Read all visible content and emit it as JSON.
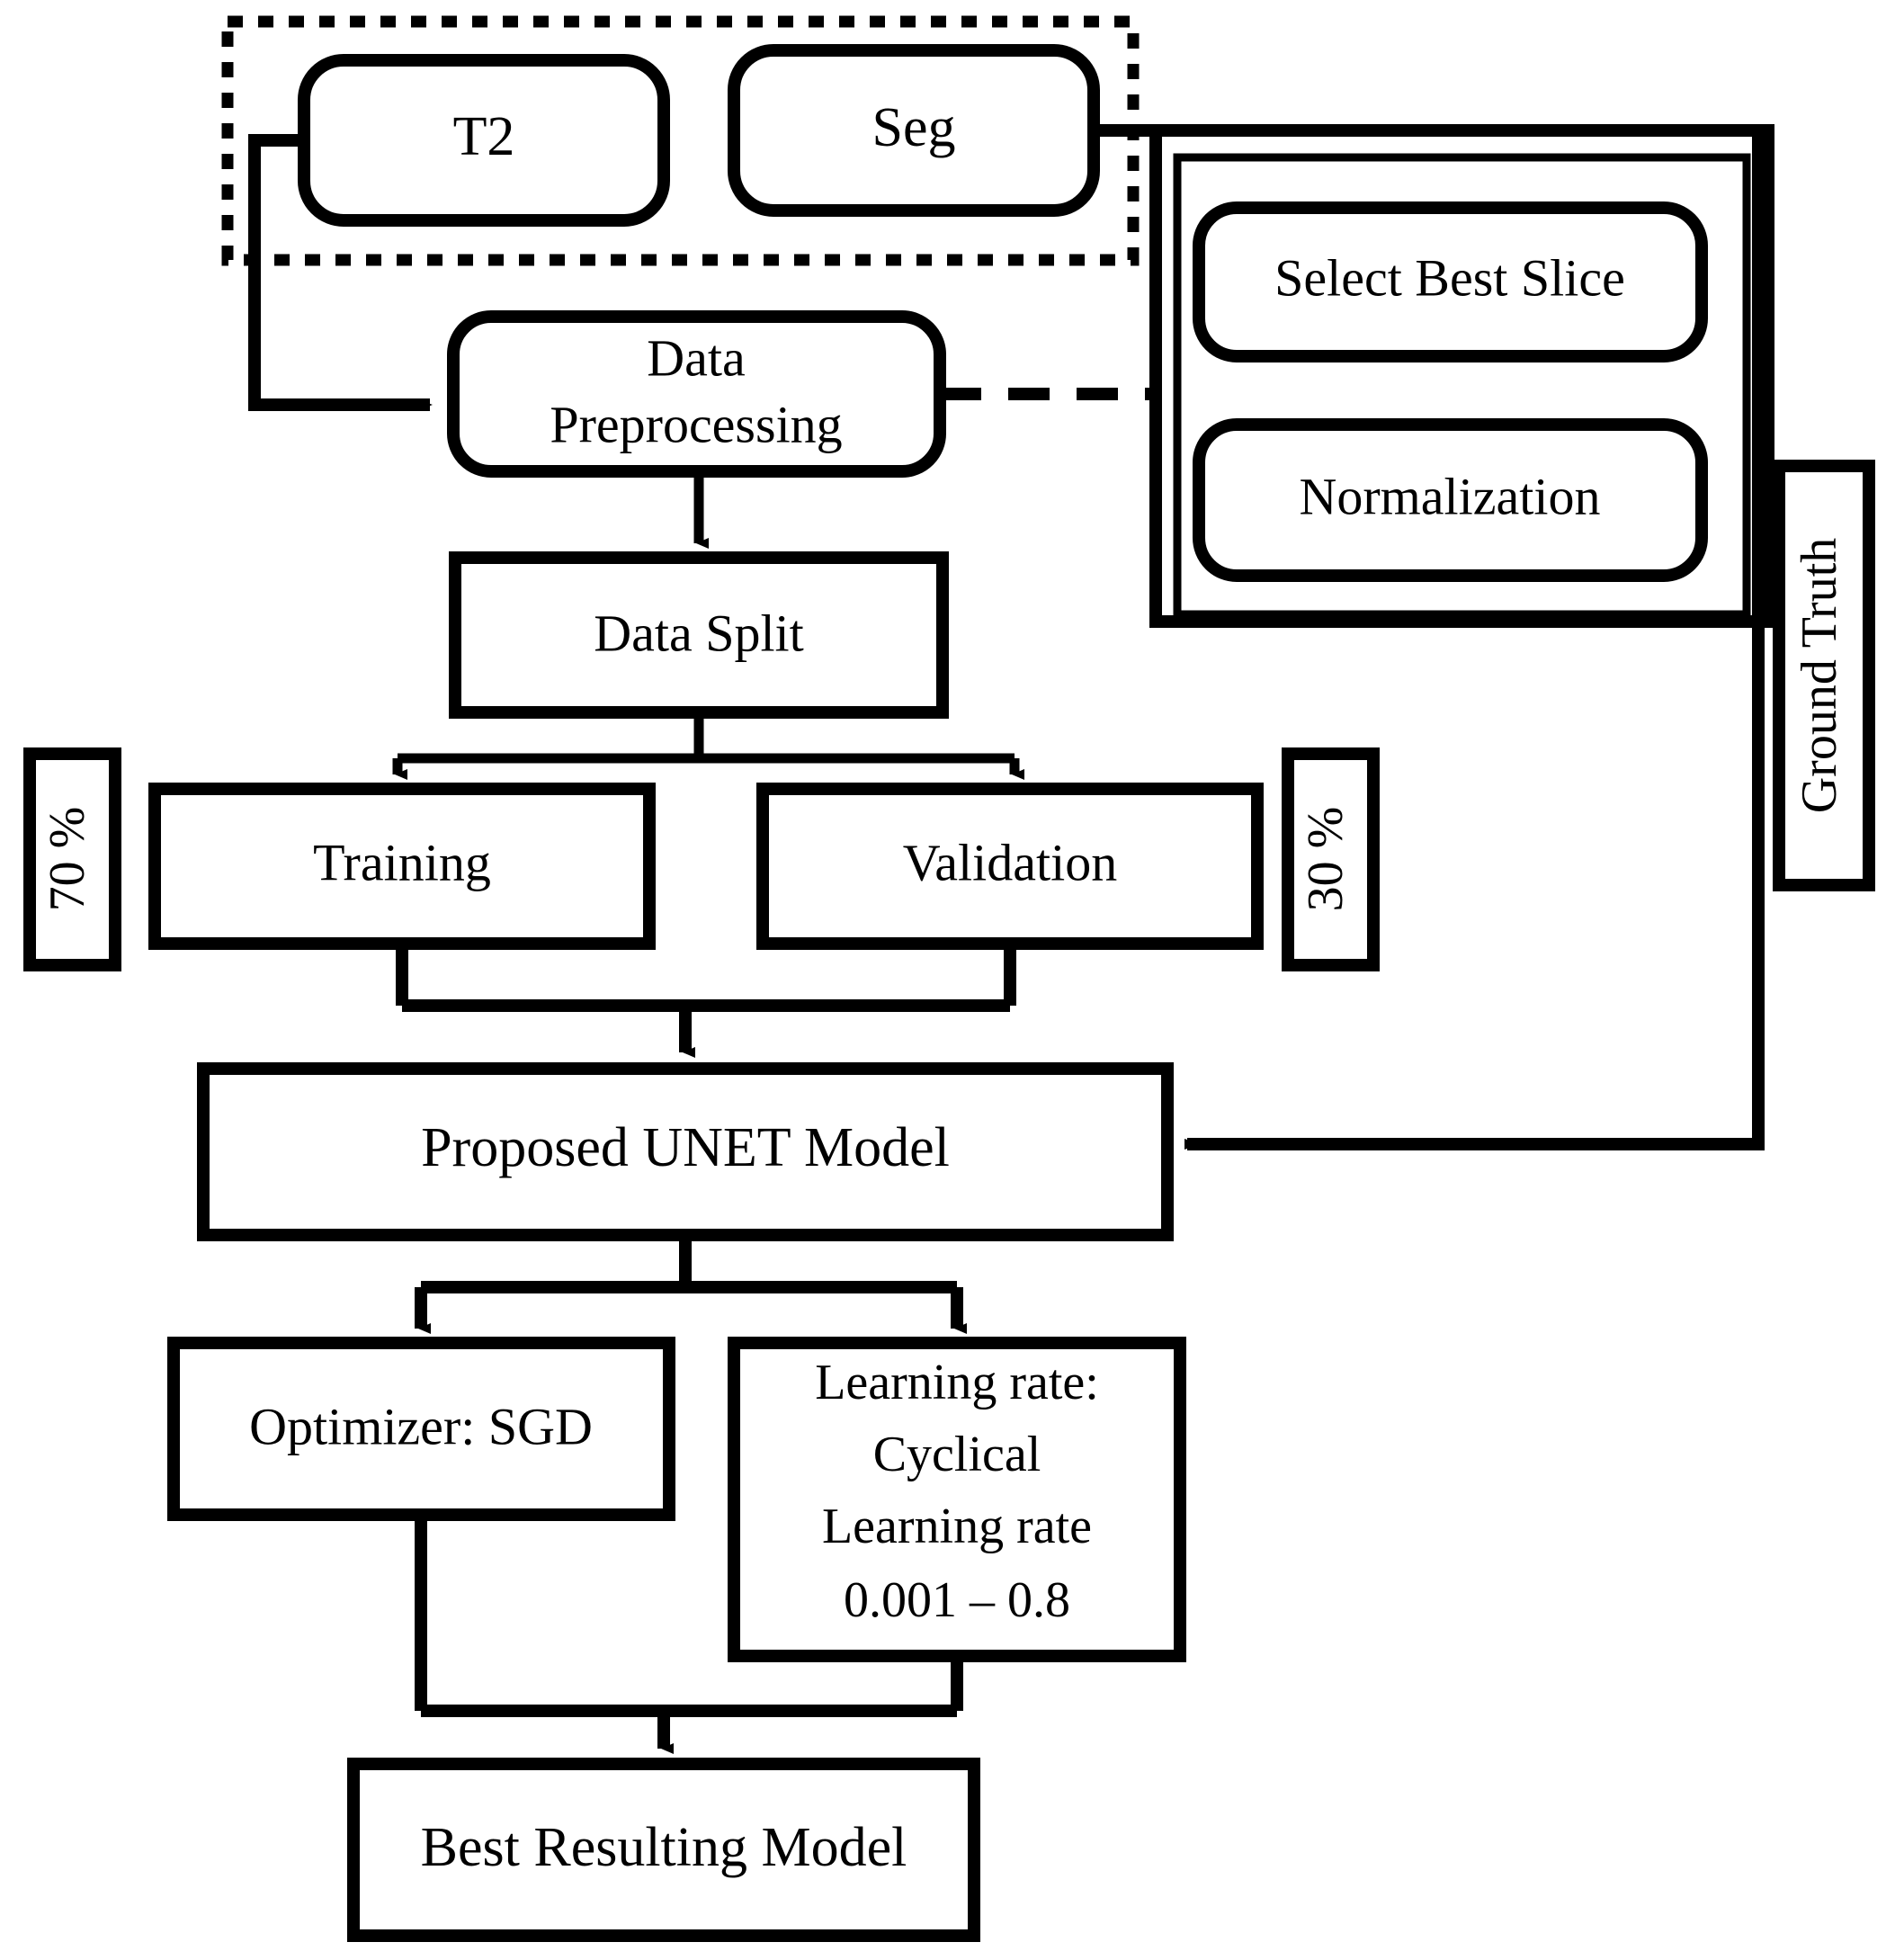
{
  "diagram": {
    "title": "Proposed UNET training pipeline flowchart",
    "colors": {
      "stroke": "#000000",
      "fill": "#ffffff",
      "background": "#ffffff"
    },
    "groups": {
      "input_group": {
        "name": "input-data-group",
        "border_style": "dotted"
      },
      "preprocessing_group": {
        "name": "preprocessing-detail-group",
        "border_style": "solid-double"
      }
    },
    "nodes": {
      "t2": {
        "label": "T2",
        "shape": "rounded-rect"
      },
      "seg": {
        "label": "Seg",
        "shape": "rounded-rect"
      },
      "select_best_slice": {
        "label": "Select Best Slice",
        "shape": "rounded-rect"
      },
      "normalization": {
        "label": "Normalization",
        "shape": "rounded-rect"
      },
      "data_preprocessing": {
        "label_line1": "Data",
        "label_line2": "Preprocessing",
        "shape": "rounded-rect"
      },
      "data_split": {
        "label": "Data Split",
        "shape": "rect"
      },
      "training": {
        "label": "Training",
        "shape": "rect"
      },
      "validation": {
        "label": "Validation",
        "shape": "rect"
      },
      "pct_training": {
        "label": "70 %",
        "shape": "rect",
        "rotated": "-90"
      },
      "pct_validation": {
        "label": "30 %",
        "shape": "rect",
        "rotated": "-90"
      },
      "ground_truth": {
        "label": "Ground Truth",
        "shape": "rect",
        "rotated": "-90"
      },
      "unet_model": {
        "label": "Proposed UNET Model",
        "shape": "rect"
      },
      "optimizer": {
        "label": "Optimizer: SGD",
        "shape": "rect"
      },
      "learning_rate": {
        "label_line1": "Learning rate:",
        "label_line2": "Cyclical",
        "label_line3": "Learning rate",
        "label_line4": "0.001 – 0.8",
        "shape": "rect"
      },
      "best_model": {
        "label": "Best Resulting Model",
        "shape": "rect"
      }
    },
    "edges": [
      {
        "name": "edge-t2-to-preprocessing",
        "from": "t2",
        "to": "data_preprocessing",
        "style": "solid",
        "arrow": true
      },
      {
        "name": "edge-preprocessing-to-detail",
        "from": "data_preprocessing",
        "to": "preprocessing_group",
        "style": "dashed",
        "arrow": false
      },
      {
        "name": "edge-preprocessing-to-split",
        "from": "data_preprocessing",
        "to": "data_split",
        "style": "solid",
        "arrow": true
      },
      {
        "name": "edge-split-to-training",
        "from": "data_split",
        "to": "training",
        "style": "solid",
        "arrow": true
      },
      {
        "name": "edge-split-to-validation",
        "from": "data_split",
        "to": "validation",
        "style": "solid",
        "arrow": true
      },
      {
        "name": "edge-training-validation-to-unet",
        "from": "training,validation",
        "to": "unet_model",
        "style": "solid",
        "arrow": true
      },
      {
        "name": "edge-seg-to-unet-ground-truth",
        "from": "seg",
        "to": "unet_model",
        "style": "solid",
        "arrow": true
      },
      {
        "name": "edge-unet-to-optimizer",
        "from": "unet_model",
        "to": "optimizer",
        "style": "solid",
        "arrow": true
      },
      {
        "name": "edge-unet-to-learning-rate",
        "from": "unet_model",
        "to": "learning_rate",
        "style": "solid",
        "arrow": true
      },
      {
        "name": "edge-optimizer-lr-to-best-model",
        "from": "optimizer,learning_rate",
        "to": "best_model",
        "style": "solid",
        "arrow": true
      }
    ]
  }
}
